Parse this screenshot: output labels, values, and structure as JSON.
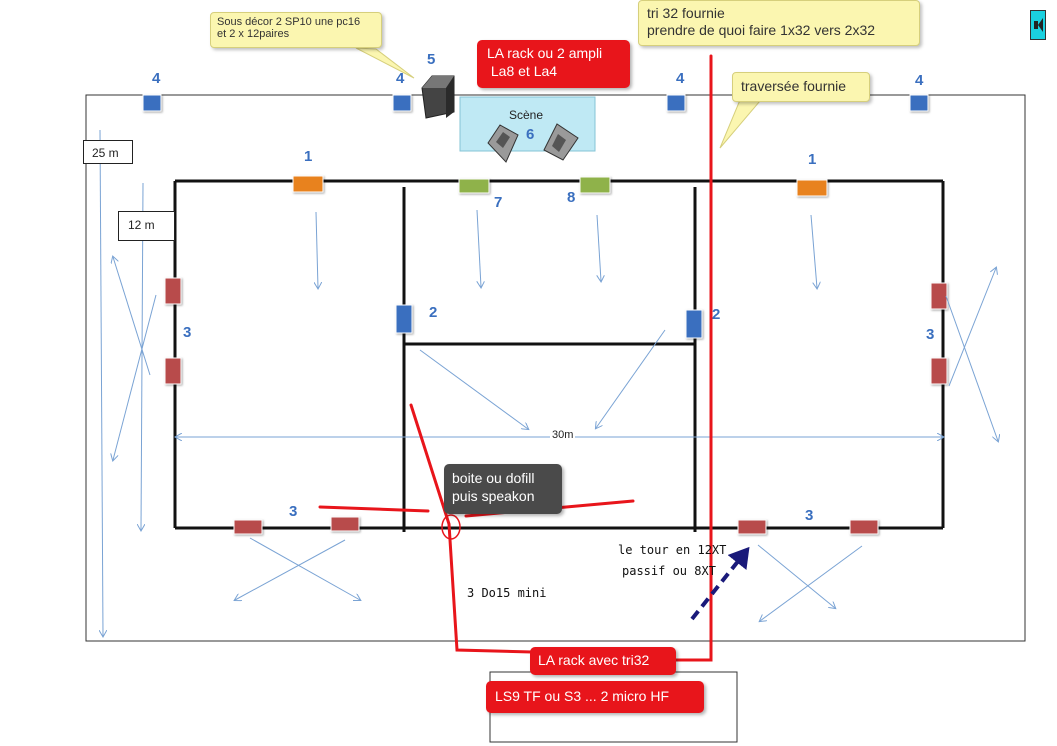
{
  "callouts": {
    "decor": "Sous décor 2 SP10 une pc16\net 2 x 12paires",
    "tri32_line1": "tri 32 fournie",
    "tri32_line2": "prendre de quoi faire 1x32 vers 2x32",
    "traversee": "traversée fournie",
    "la_rack_line1": "LA rack ou 2 ampli",
    "la_rack_line2": " La8 et La4",
    "boite_line1": "boite ou dofill",
    "boite_line2": "puis speakon",
    "la_rack_tri32": "LA rack avec tri32",
    "ls9": "LS9 TF ou S3 ... 2 micro HF"
  },
  "stage": {
    "label": "Scène",
    "number": "6"
  },
  "dimensions": {
    "outer": "25 m",
    "inner": "12 m",
    "width": "30m"
  },
  "handwritten": {
    "tour_line1": "le tour en 12XT",
    "tour_line2": "passif ou 8XT",
    "do15": "3 Do15 mini"
  },
  "numbers": {
    "n4": "4",
    "n5": "5",
    "n1": "1",
    "n7": "7",
    "n8": "8",
    "n2": "2",
    "n3": "3"
  },
  "colors": {
    "blue_speaker": "#3a6fbf",
    "orange_speaker": "#e8821e",
    "green_speaker": "#8fb24a",
    "red_speaker": "#b84b4b",
    "cable_red": "#e8151b",
    "arrow_blue": "#7aa3d4",
    "dashed_arrow": "#1a1a7a"
  },
  "icons": {
    "corner": "speaker-icon"
  }
}
